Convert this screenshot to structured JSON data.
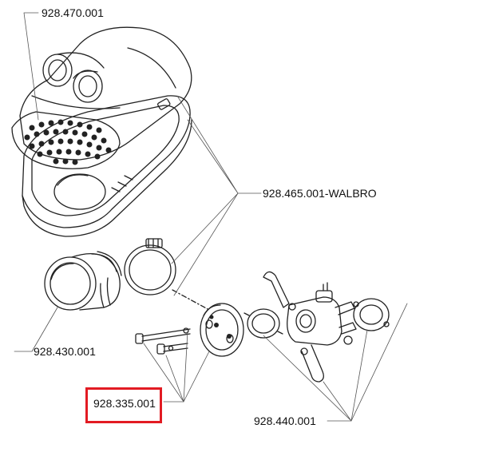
{
  "diagram": {
    "part_numbers": {
      "filter_cover": "928.470.001",
      "airbox_walbro": "928.465.001-WALBRO",
      "intake_sleeve": "928.430.001",
      "adapter_bolts": "928.335.001",
      "carb_gaskets": "928.440.001"
    },
    "highlighted_part": "928.335.001",
    "colors": {
      "line": "#222222",
      "highlight": "#e21b23",
      "background": "#ffffff"
    }
  }
}
